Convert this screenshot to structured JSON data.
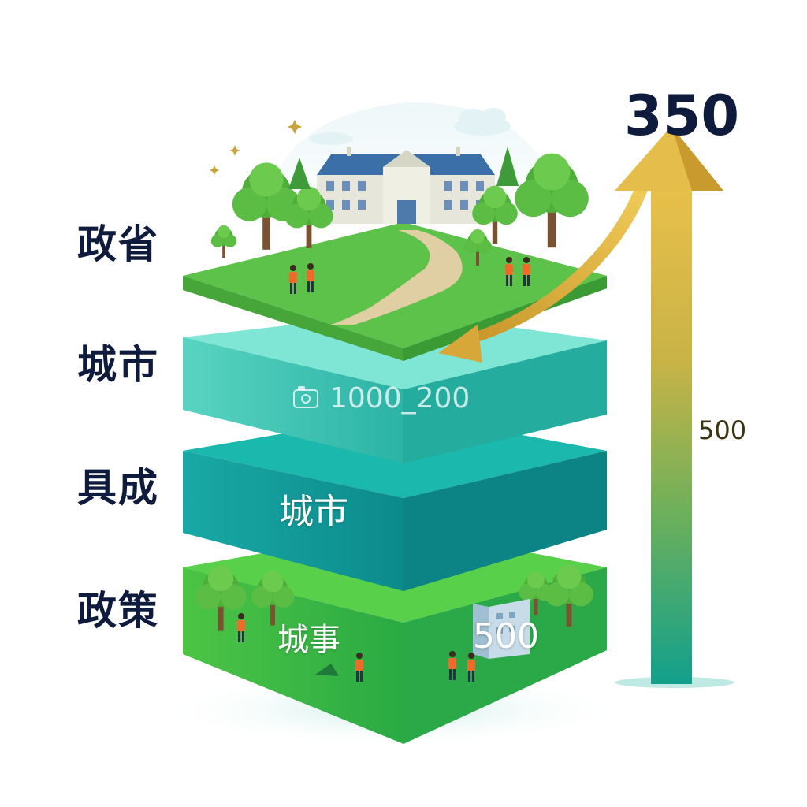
{
  "diagram": {
    "layer_labels": [
      "政省",
      "城市",
      "具成",
      "政策"
    ],
    "peak_value": "350",
    "axis_value": "500",
    "layer_texts": {
      "watermark": "1000_200",
      "layer3": "城市",
      "layer4_left": "城事",
      "layer4_right": "500"
    },
    "icons": [
      "camera-icon",
      "building-icon",
      "tree-icon",
      "person-icon",
      "arrow-icon",
      "sparkle-icon"
    ]
  },
  "colors": {
    "text_dark": "#0f1b3d",
    "grass": "#5cc24a",
    "layer2_top": "#6fe0cc",
    "layer3_top": "#1bb8ad",
    "layer4_top": "#58d04a",
    "arrow_gold": "#d9b13c",
    "arrow_teal": "#1aa592",
    "building": "#e6e6da",
    "roof": "#3b6fa8",
    "path": "#e0cfa2"
  }
}
